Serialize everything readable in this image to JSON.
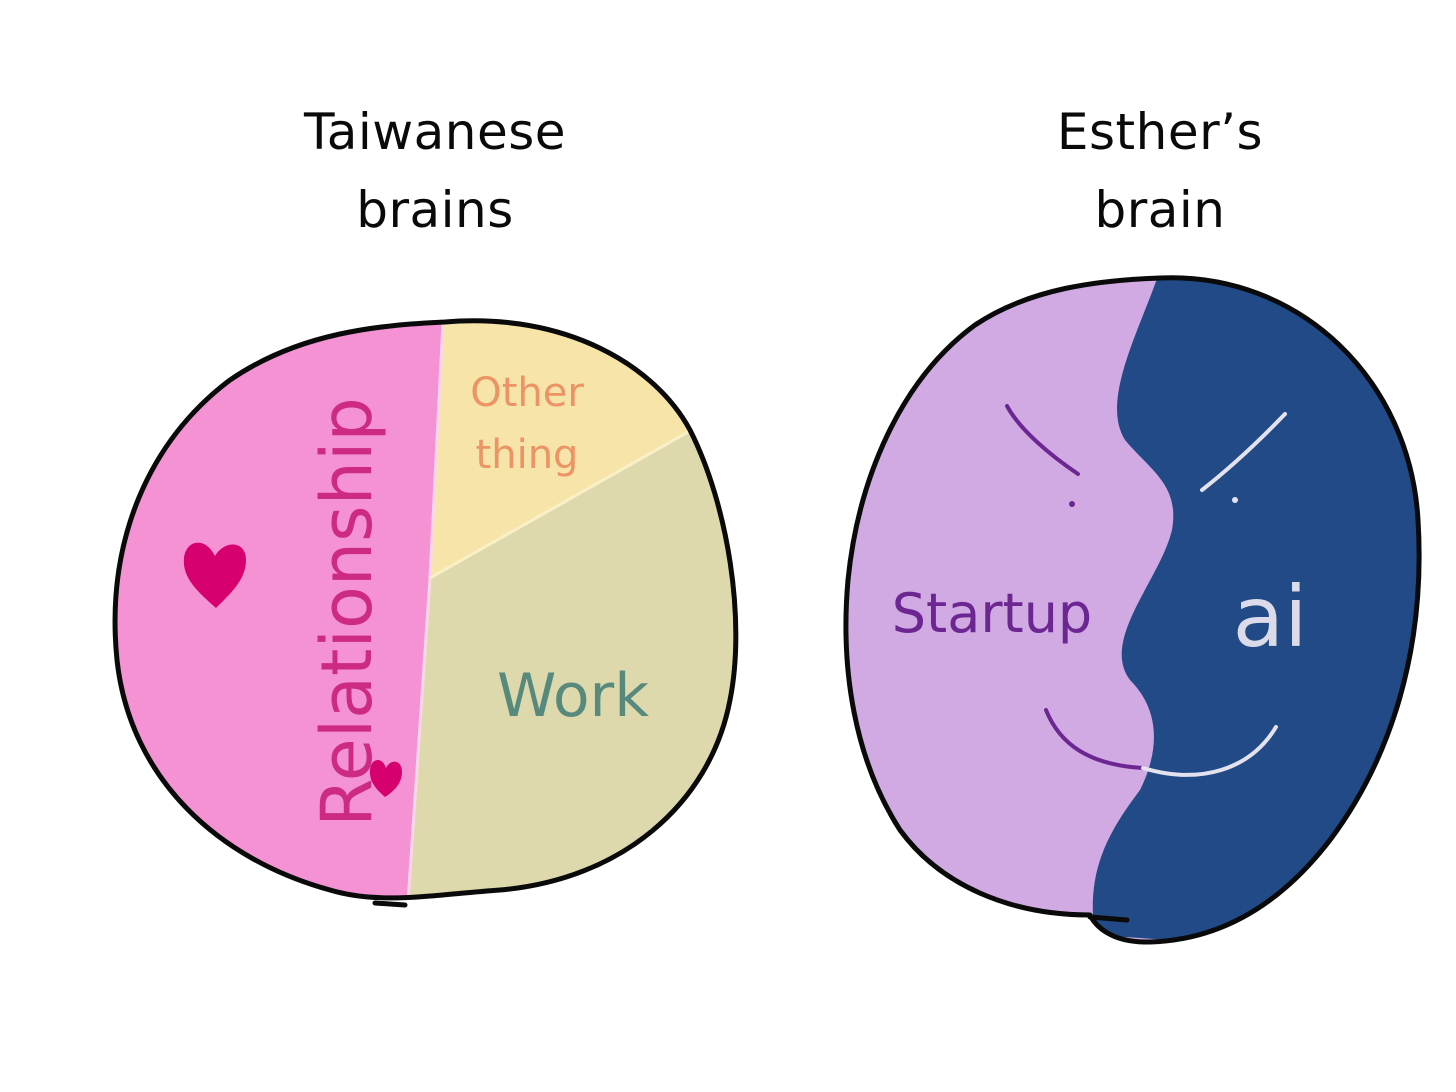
{
  "left_brain": {
    "title_line1": "Taiwanese",
    "title_line2": "brains",
    "segments": {
      "relationship": "Relationship",
      "other_line1": "Other",
      "other_line2": "thing",
      "work": "Work"
    },
    "colors": {
      "relationship_fill": "#f492d4",
      "other_fill": "#f6e4a8",
      "work_fill": "#ddd9ad",
      "relationship_text": "#cc2a83",
      "other_text": "#ec9465",
      "work_text": "#578a7c",
      "heart": "#d7006f"
    }
  },
  "right_brain": {
    "title_line1": "Esther’s",
    "title_line2": "brain",
    "segments": {
      "startup": "Startup",
      "ai": "ai"
    },
    "colors": {
      "startup_fill": "#d1aae4",
      "ai_fill": "#214a86",
      "startup_text": "#6c2692",
      "ai_text": "#dcdbe9"
    }
  }
}
